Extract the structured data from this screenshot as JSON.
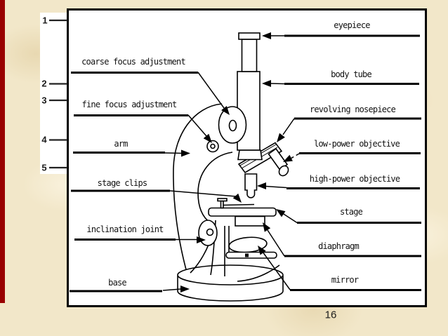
{
  "slide": {
    "page_number": "16"
  },
  "question_numbers": [
    "1",
    "2",
    "3",
    "4",
    "5"
  ],
  "labels": {
    "left": [
      {
        "text": "coarse focus adjustment"
      },
      {
        "text": "fine focus adjustment"
      },
      {
        "text": "arm"
      },
      {
        "text": "stage clips"
      },
      {
        "text": "inclination joint"
      },
      {
        "text": "base"
      }
    ],
    "right": [
      {
        "text": "eyepiece"
      },
      {
        "text": "body tube"
      },
      {
        "text": "revolving nosepiece"
      },
      {
        "text": "low-power objective"
      },
      {
        "text": "high-power objective"
      },
      {
        "text": "stage"
      },
      {
        "text": "diaphragm"
      },
      {
        "text": "mirror"
      }
    ]
  },
  "icons": [
    {
      "name": "arrow-head-icon",
      "meaning": "solid triangular pointer linking each label line to a microscope part"
    }
  ],
  "colors": {
    "background": "#f2e7c9",
    "accent_stripe": "#990000",
    "diagram_background": "#ffffff",
    "line": "#000000",
    "text": "#111111"
  }
}
